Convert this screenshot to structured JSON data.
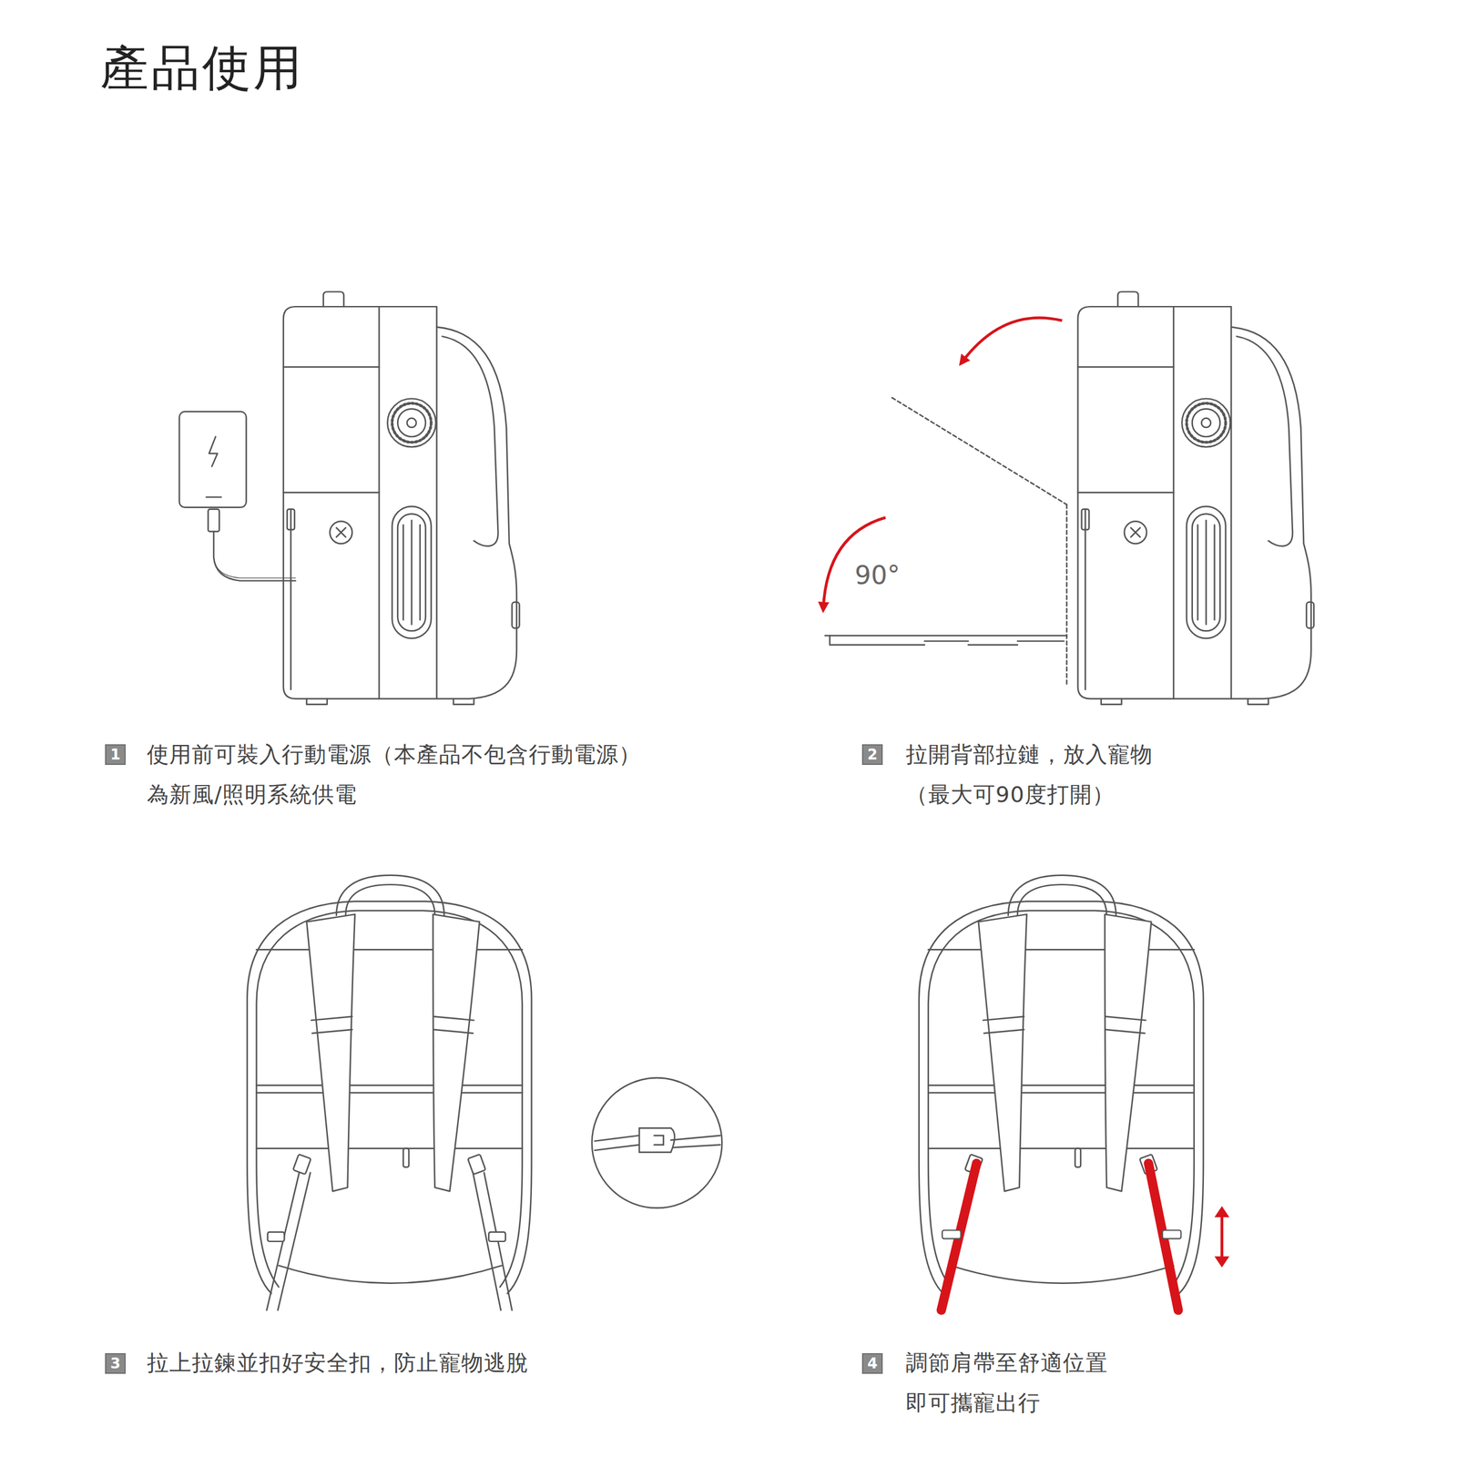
{
  "diagram": {
    "title": "產品使用",
    "nodes": [
      {
        "text": [
          "1"
        ]
      },
      {
        "text": [
          "2"
        ]
      },
      {
        "text": [
          "3"
        ]
      },
      {
        "text": [
          "4"
        ]
      }
    ],
    "labels": [
      "使用前可裝入行動電源（本產品不包含行動電源） 為新風/照明系統供電",
      "90°",
      "拉開背部拉鏈，放入寵物 （最大可90度打開）",
      "拉上拉鍊並扣好安全扣，防止寵物逃脫",
      "調節肩帶至舒適位置 即可攜寵出行"
    ]
  }
}
